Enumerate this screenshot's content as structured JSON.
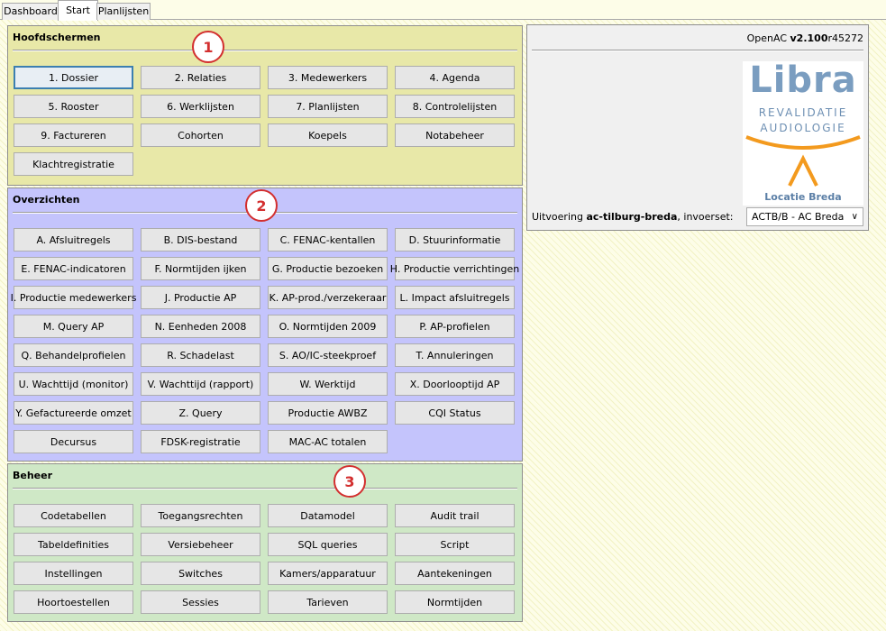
{
  "tabs": [
    "Dashboard",
    "Start",
    "Planlijsten"
  ],
  "active_tab": "Start",
  "panels": {
    "hoofd": {
      "title": "Hoofdschermen",
      "marker": "1",
      "color": "#e8e8a8",
      "buttons": [
        "1. Dossier",
        "2. Relaties",
        "3. Medewerkers",
        "4. Agenda",
        "5. Rooster",
        "6. Werklijsten",
        "7. Planlijsten",
        "8. Controlelijsten",
        "9. Factureren",
        "Cohorten",
        "Koepels",
        "Notabeheer",
        "Klachtregistratie"
      ]
    },
    "overz": {
      "title": "Overzichten",
      "marker": "2",
      "color": "#c4c4fc",
      "buttons": [
        "A. Afsluitregels",
        "B. DIS-bestand",
        "C. FENAC-kentallen",
        "D. Stuurinformatie",
        "E. FENAC-indicatoren",
        "F. Normtijden ijken",
        "G. Productie bezoeken",
        "H. Productie verrichtingen",
        "I. Productie medewerkers",
        "J. Productie AP",
        "K. AP-prod./verzekeraar",
        "L. Impact afsluitregels",
        "M. Query AP",
        "N. Eenheden 2008",
        "O. Normtijden 2009",
        "P. AP-profielen",
        "Q. Behandelprofielen",
        "R. Schadelast",
        "S. AO/IC-steekproef",
        "T. Annuleringen",
        "U. Wachttijd (monitor)",
        "V. Wachttijd (rapport)",
        "W. Werktijd",
        "X. Doorlooptijd AP",
        "Y. Gefactureerde omzet",
        "Z. Query",
        "Productie AWBZ",
        "CQI Status",
        "Decursus",
        "FDSK-registratie",
        "MAC-AC totalen"
      ]
    },
    "beheer": {
      "title": "Beheer",
      "marker": "3",
      "color": "#cfe8c6",
      "buttons": [
        "Codetabellen",
        "Toegangsrechten",
        "Datamodel",
        "Audit trail",
        "Tabeldefinities",
        "Versiebeheer",
        "SQL queries",
        "Script",
        "Instellingen",
        "Switches",
        "Kamers/apparatuur",
        "Aantekeningen",
        "Hoortoestellen",
        "Sessies",
        "Tarieven",
        "Normtijden"
      ]
    }
  },
  "info": {
    "app": "OpenAC",
    "version": "v2.100",
    "revision": "r45272",
    "logo_title": "Libra",
    "logo_line1": "REVALIDATIE",
    "logo_line2": "AUDIOLOGIE",
    "logo_location": "Locatie Breda",
    "exec_prefix": "Uitvoering",
    "exec_name": "ac-tilburg-breda",
    "exec_suffix": ", invoerset:",
    "invoerset": "ACTB/B - AC Breda"
  }
}
